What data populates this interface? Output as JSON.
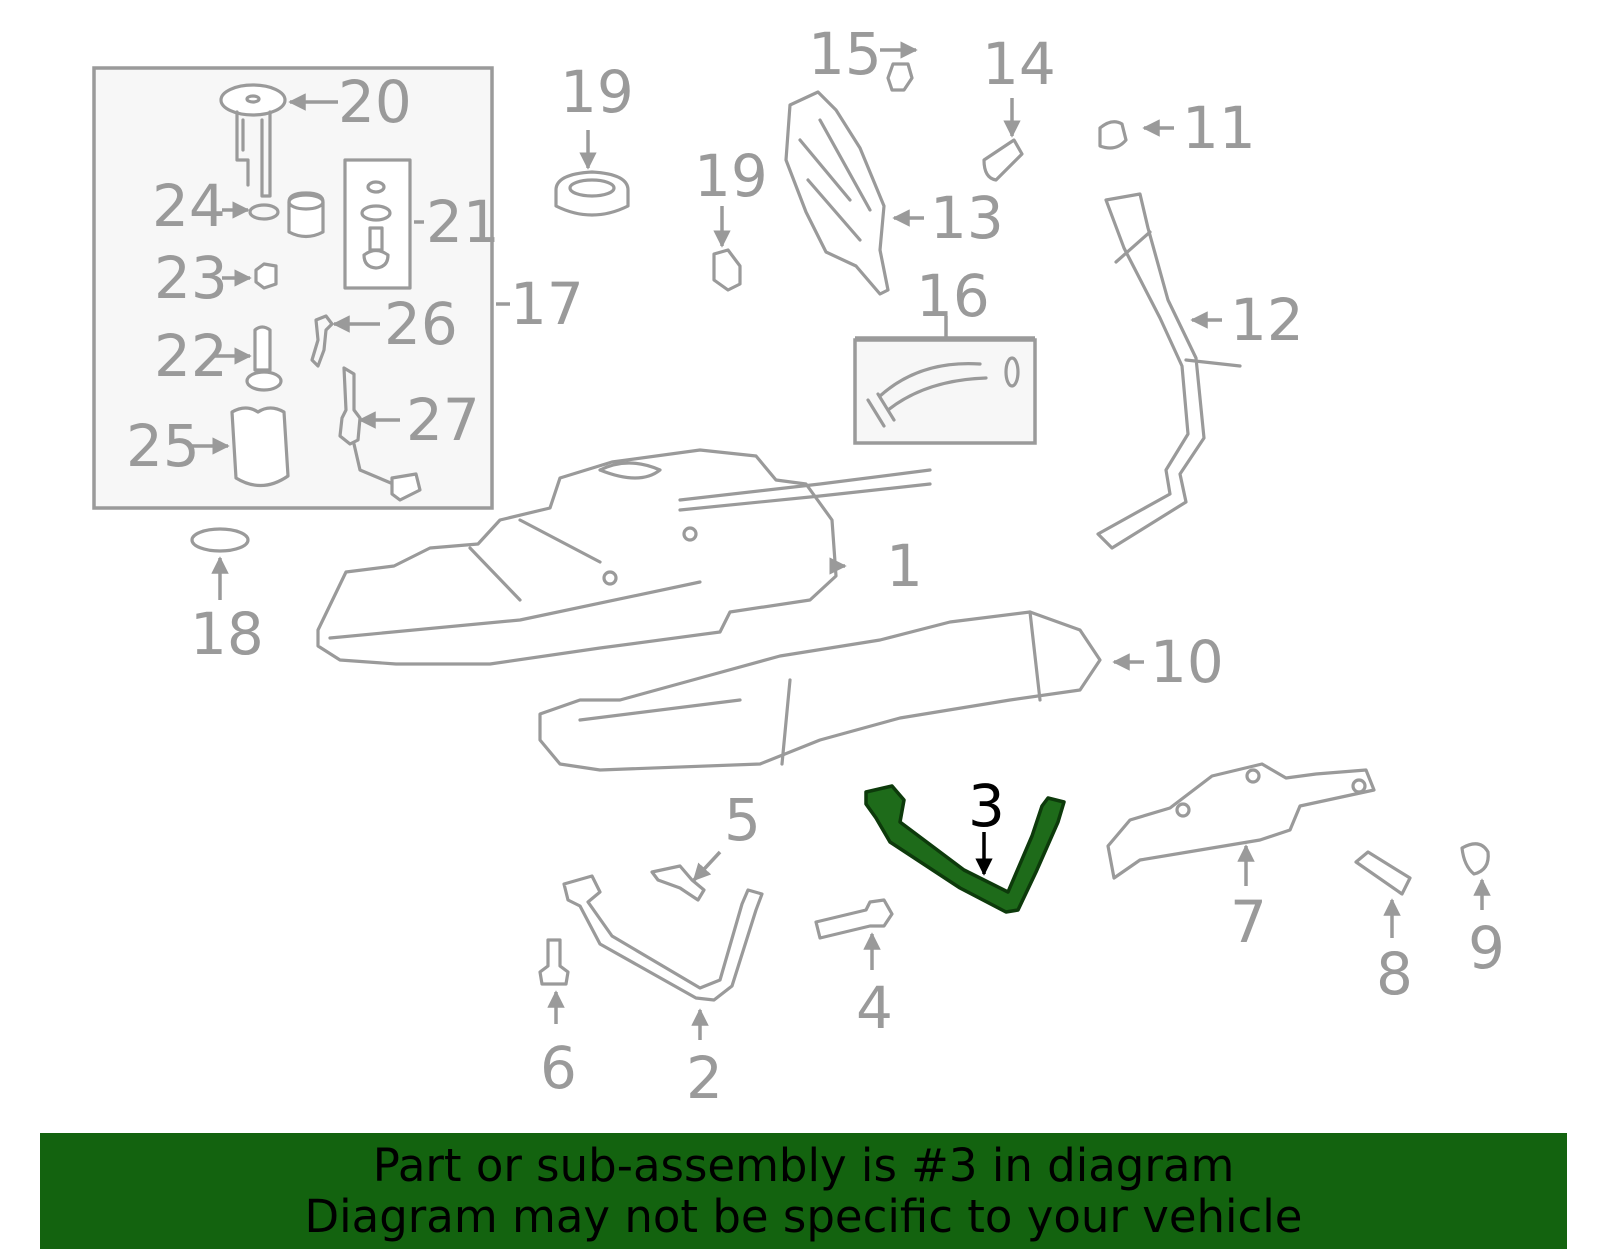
{
  "diagram": {
    "highlight_color": "#1e6b1a",
    "callouts": {
      "c1": "1",
      "c2": "2",
      "c3": "3",
      "c4": "4",
      "c5": "5",
      "c6": "6",
      "c7": "7",
      "c8": "8",
      "c9": "9",
      "c10": "10",
      "c11": "11",
      "c12": "12",
      "c13": "13",
      "c14": "14",
      "c15": "15",
      "c16": "16",
      "c17": "17",
      "c18": "18",
      "c19a": "19",
      "c19b": "19",
      "c20": "20",
      "c21": "21",
      "c22": "22",
      "c23": "23",
      "c24": "24",
      "c25": "25",
      "c26": "26",
      "c27": "27"
    }
  },
  "banner": {
    "background": "#13630f",
    "line1": "Part or sub-assembly is #3 in diagram",
    "line2": "Diagram may not be specific to your vehicle"
  }
}
